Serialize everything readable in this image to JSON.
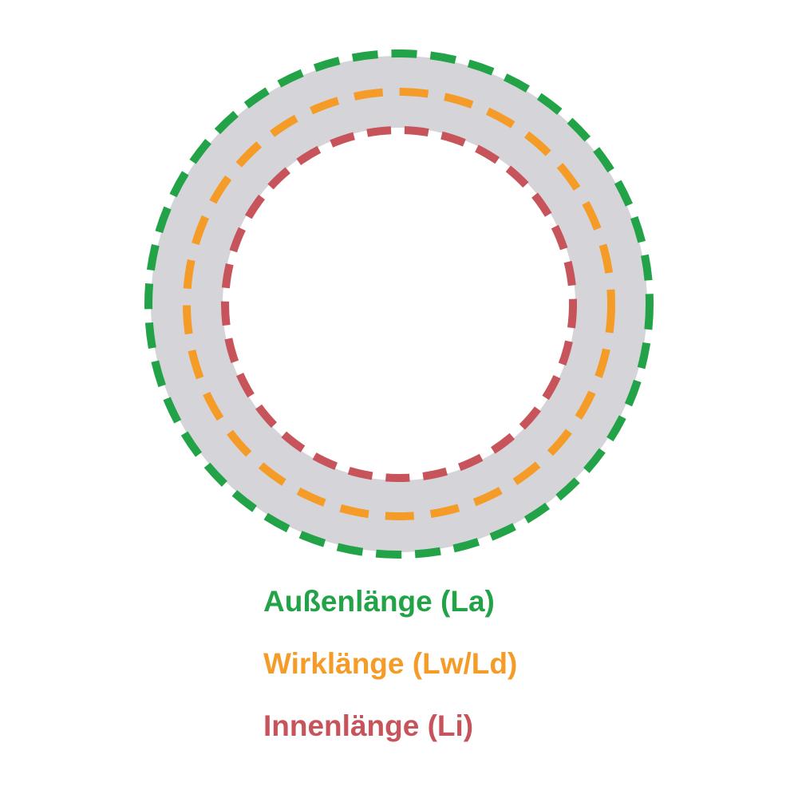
{
  "diagram": {
    "belt_fill_color": "#d5d5d9",
    "circles": {
      "outer": {
        "name": "outer-length-circle",
        "color": "#22a347",
        "dash": "32 17"
      },
      "effective": {
        "name": "effective-length-circle",
        "color": "#f59c28",
        "dash": "36 21"
      },
      "inner": {
        "name": "inner-length-circle",
        "color": "#c7535b",
        "dash": "30 17"
      }
    }
  },
  "legend": {
    "items": [
      {
        "label": "Außenlänge (La)",
        "color": "#22a347"
      },
      {
        "label": "Wirklänge (Lw/Ld)",
        "color": "#f59c28"
      },
      {
        "label": "Innenlänge (Li)",
        "color": "#c7535b"
      }
    ]
  }
}
